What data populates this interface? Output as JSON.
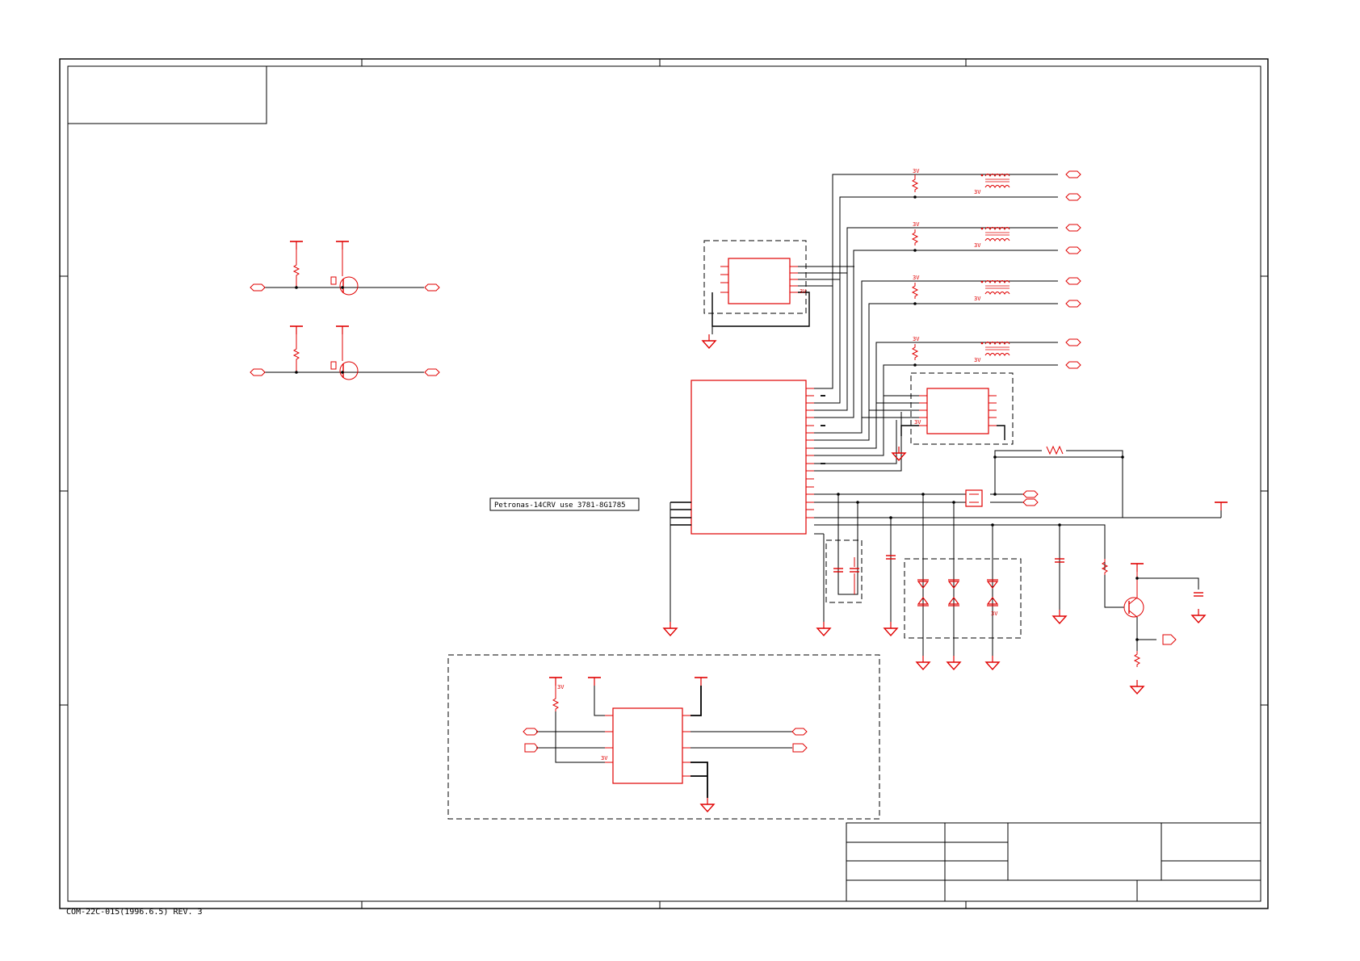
{
  "note": {
    "text": "Petronas-14CRV use 3781-8G1785"
  },
  "footer": {
    "form_id": "COM-22C-015(1996.6.5) REV. 3"
  },
  "colors": {
    "component": "#e00000",
    "wire": "#000000",
    "dashed_box": "#000000",
    "frame": "#000000",
    "background": "#ffffff"
  },
  "voltage_label": "3V"
}
